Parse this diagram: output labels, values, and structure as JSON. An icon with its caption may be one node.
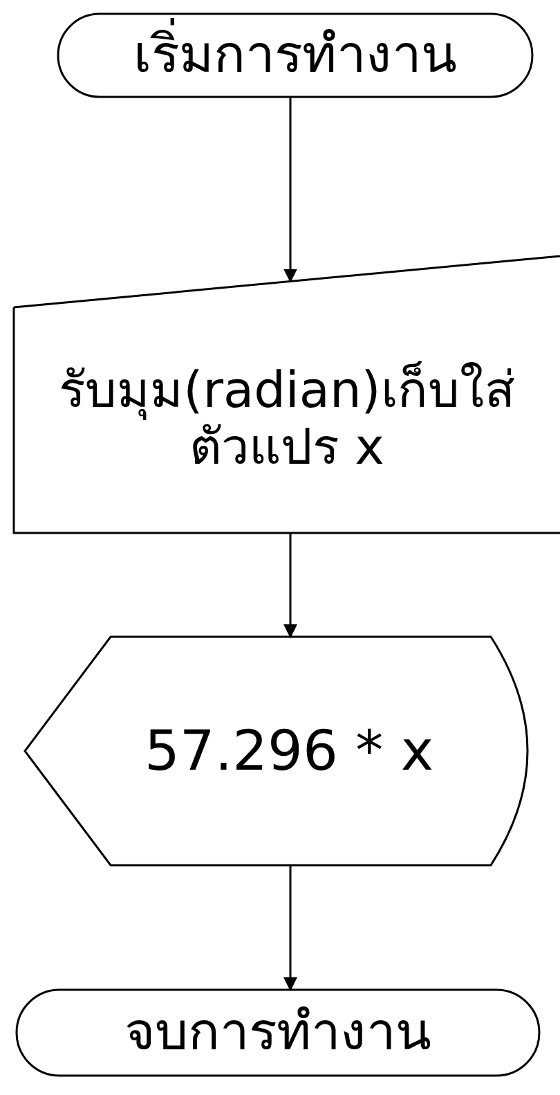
{
  "diagram": {
    "nodes": [
      {
        "text": [
          "เริ่มการทำงาน"
        ]
      },
      {
        "text": [
          "รับมุม(radian)เก็บใส่ตัวแปร x"
        ]
      },
      {
        "text": [
          "57.296 * x"
        ]
      },
      {
        "text": [
          "จบการทำงาน"
        ]
      }
    ],
    "edges": [
      {
        "from": 0,
        "to": 1,
        "arrow": "to"
      },
      {
        "from": 1,
        "to": 2,
        "arrow": "to"
      },
      {
        "from": 2,
        "to": 3,
        "arrow": "to"
      }
    ]
  }
}
